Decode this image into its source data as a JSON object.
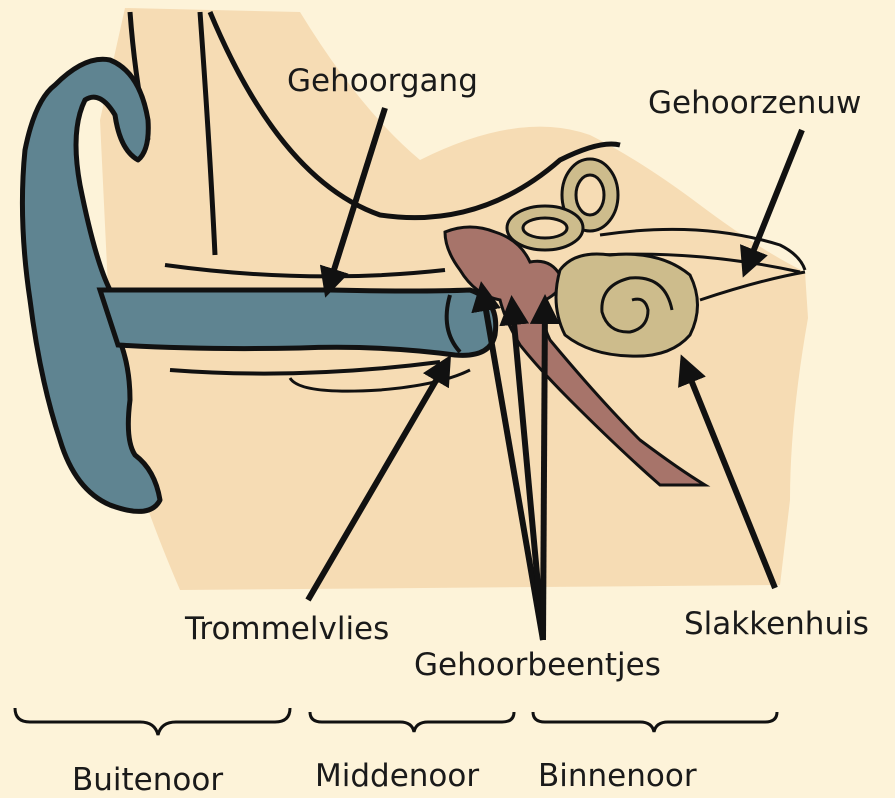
{
  "labels": {
    "gehoorgang": "Gehoorgang",
    "gehoorzenuw": "Gehoorzenuw",
    "trommelvlies": "Trommelvlies",
    "gehoorbeentjes": "Gehoorbeentjes",
    "slakkenhuis": "Slakkenhuis"
  },
  "sections": {
    "buitenoor": "Buitenoor",
    "middenoor": "Middenoor",
    "binnenoor": "Binnenoor"
  },
  "colors": {
    "background": "#fdf3d9",
    "skin": "#f6dcb4",
    "outer_ear": "#5f8491",
    "ossicles": "#a7746a",
    "cochlea": "#cdbc8c",
    "outline": "#111111"
  }
}
